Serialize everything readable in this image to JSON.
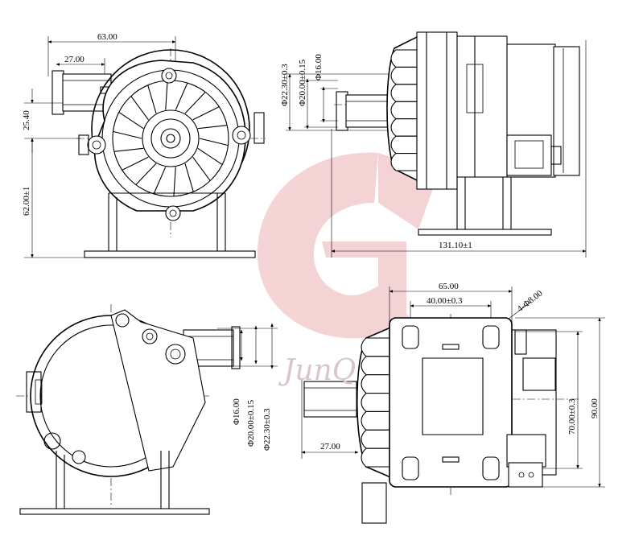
{
  "watermark": {
    "text": "JunQ",
    "color": "#e8a0a4"
  },
  "dimensions": {
    "view1_width": "63.00",
    "view1_inlet_offset": "27.00",
    "view1_inlet_height": "25.40",
    "view1_base_height": "62.00±1",
    "view2_d1": "Φ22.30±0.3",
    "view2_d2": "Φ20.00±0.15",
    "view2_d3": "Φ16.00",
    "view2_length": "131.10±1",
    "view3_d1": "Φ16.00",
    "view3_d2": "Φ20.00±0.15",
    "view3_d3": "Φ22.30±0.3",
    "view4_width": "65.00",
    "view4_hole_spacing": "40.00±0.3",
    "view4_holes": "4-Φ8.00",
    "view4_hole_vertical": "70.00±0.3",
    "view4_height": "90.00",
    "view4_outlet": "27.00"
  }
}
